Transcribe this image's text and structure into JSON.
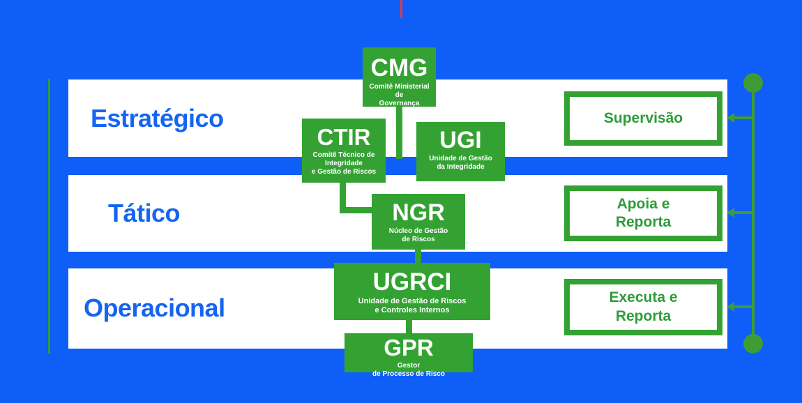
{
  "diagram": {
    "background_color": "#0f5ef7",
    "accent_green": "#34a233",
    "label_blue": "#1565f0",
    "tiers": [
      {
        "label": "Estratégico"
      },
      {
        "label": "Tático"
      },
      {
        "label": "Operacional"
      }
    ],
    "nodes": [
      {
        "acronym": "CMG",
        "description_line1": "Comitê Ministerial de",
        "description_line2": "Governança",
        "description_line3": ""
      },
      {
        "acronym": "CTIR",
        "description_line1": "Comitê Técnico de",
        "description_line2": "Integridade",
        "description_line3": "e Gestão de Riscos"
      },
      {
        "acronym": "UGI",
        "description_line1": "Unidade de Gestão",
        "description_line2": "da Integridade",
        "description_line3": ""
      },
      {
        "acronym": "NGR",
        "description_line1": "Núcleo de Gestão",
        "description_line2": "de Riscos",
        "description_line3": ""
      },
      {
        "acronym": "UGRCI",
        "description_line1": "Unidade de Gestão de Riscos",
        "description_line2": "e Controles Internos",
        "description_line3": ""
      },
      {
        "acronym": "GPR",
        "description_line1": "Gestor",
        "description_line2": "de Processo de Risco",
        "description_line3": ""
      }
    ],
    "outcomes": [
      {
        "line1": "Supervisão",
        "line2": ""
      },
      {
        "line1": "Apoia e",
        "line2": "Reporta"
      },
      {
        "line1": "Executa e",
        "line2": "Reporta"
      }
    ]
  }
}
